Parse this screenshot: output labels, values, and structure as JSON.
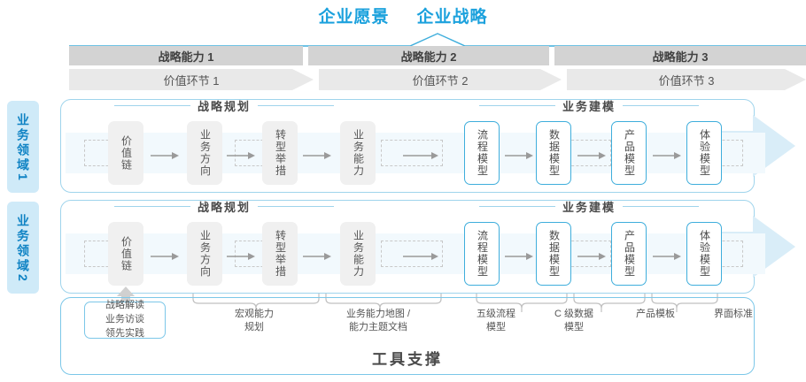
{
  "header": {
    "title_left": "企业愿景",
    "title_right": "企业战略"
  },
  "capabilities": [
    {
      "label": "战略能力 1"
    },
    {
      "label": "战略能力 2"
    },
    {
      "label": "战略能力 3"
    }
  ],
  "value_chains": [
    {
      "label": "价值环节 1"
    },
    {
      "label": "价值环节 2"
    },
    {
      "label": "价值环节 3"
    }
  ],
  "domains": [
    {
      "label": "业务领域",
      "index": "1"
    },
    {
      "label": "业务领域",
      "index": "2"
    }
  ],
  "sections": {
    "planning": "战略规划",
    "modeling": "业务建模"
  },
  "nodes": {
    "planning": [
      "价值链",
      "业务方向",
      "转型举措",
      "业务能力"
    ],
    "modeling": [
      "流程模型",
      "数据模型",
      "产品模型",
      "体验模型"
    ]
  },
  "annotations": {
    "box": "战略解读\n业务访谈\n领先实践",
    "box_lines": [
      "战略解读",
      "业务访谈",
      "领先实践"
    ],
    "items": [
      {
        "lines": [
          "宏观能力",
          "规划"
        ]
      },
      {
        "lines": [
          "业务能力地图 /",
          "能力主题文档"
        ]
      },
      {
        "lines": [
          "五级流程",
          "模型"
        ]
      },
      {
        "lines": [
          "C 级数据",
          "模型"
        ]
      },
      {
        "lines": [
          "产品模板"
        ]
      },
      {
        "lines": [
          "界面标准"
        ]
      }
    ]
  },
  "footer": {
    "label": "工具支撑"
  },
  "colors": {
    "accent": "#1ba1dd",
    "accent_light": "#9fd4ec",
    "node_blue_border": "#3faedc",
    "gray_bar": "#d3d3d3",
    "gray_bar_light": "#e9e9e9",
    "node_gray": "#f0f0f0",
    "band": "#f2f9fd",
    "side_bg": "#cfeaf8",
    "side_text": "#1083c4"
  }
}
